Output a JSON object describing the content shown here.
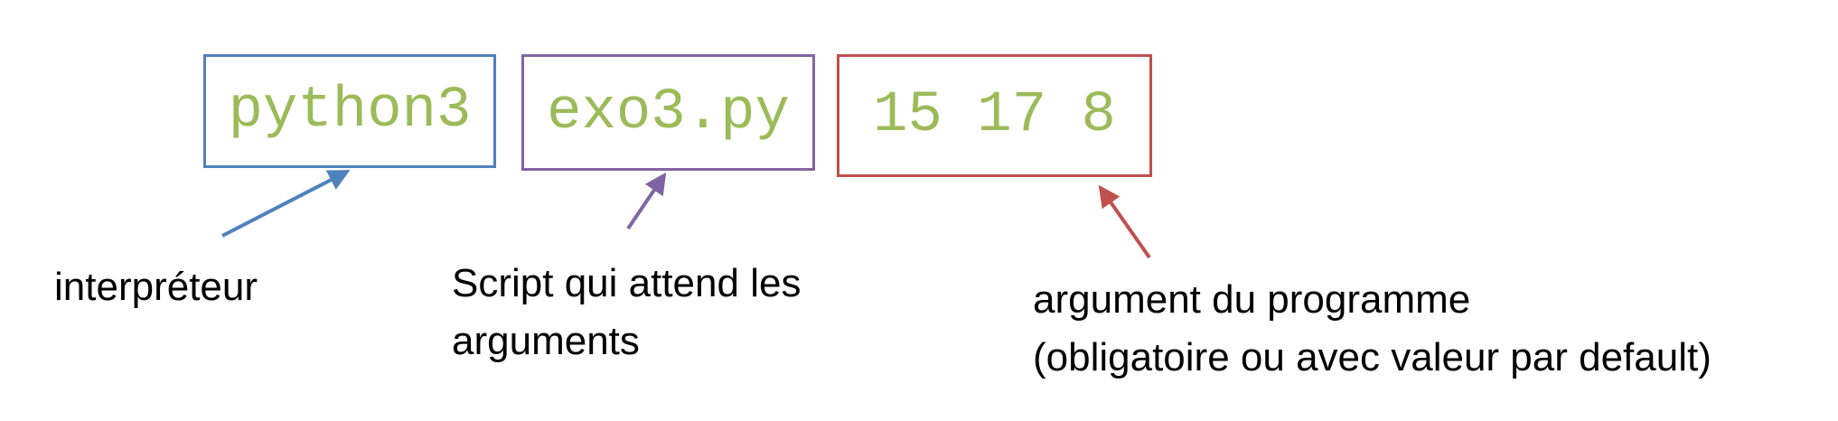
{
  "colors": {
    "command_text": "#9bbb59",
    "interpreter": "#4f81bd",
    "script": "#8064a2",
    "arguments": "#c0504d",
    "label_text": "#000000",
    "background": "#ffffff"
  },
  "command": {
    "interpreter": "python3",
    "script": "exo3.py",
    "arguments": "15 17 8"
  },
  "labels": {
    "interpreter": "interpréteur",
    "script_line1": "Script qui attend les",
    "script_line2": "arguments",
    "arguments_line1": "argument du programme",
    "arguments_line2": "(obligatoire ou avec valeur par default)"
  }
}
